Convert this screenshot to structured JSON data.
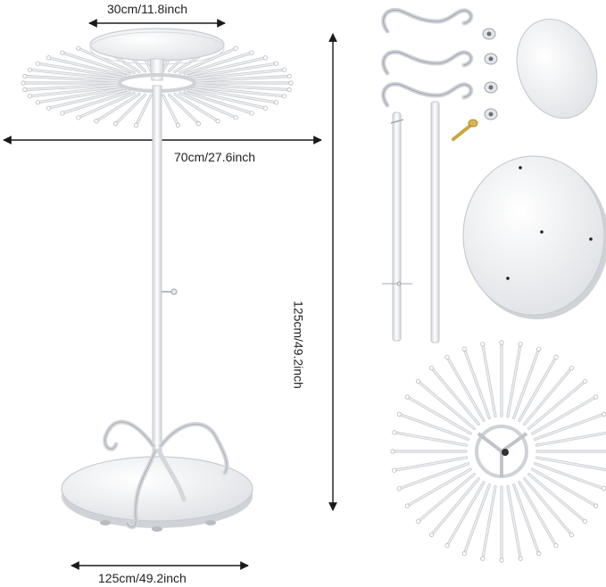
{
  "dimensions": {
    "top_plate": "30cm/11.8inch",
    "arm_span": "70cm/27.6inch",
    "height": "125cm/49.2inch",
    "base": "125cm/49.2inch"
  },
  "colors": {
    "metal": "#eceef0",
    "metal_shadow": "#c9ccd1",
    "arrow": "#1a1a1a",
    "screw": "#c9a640"
  }
}
